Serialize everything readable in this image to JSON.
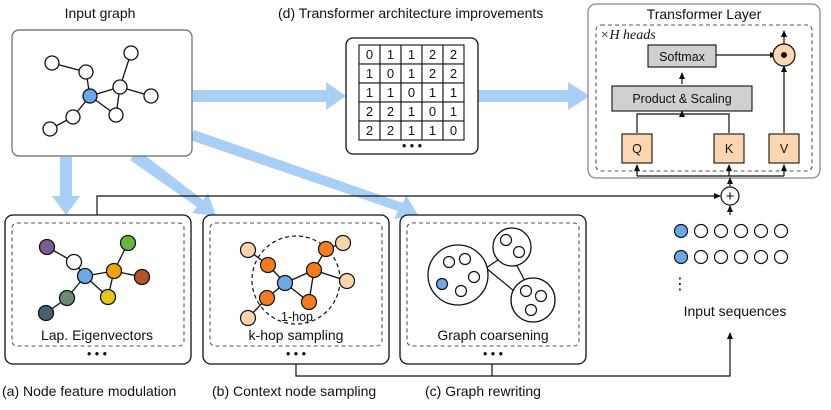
{
  "titles": {
    "input_graph": "Input graph",
    "transformer_improvements": "(d) Transformer architecture improvements",
    "transformer_layer": "Transformer Layer"
  },
  "transformer": {
    "heads_label": "×H heads",
    "softmax": "Softmax",
    "product_scaling": "Product & Scaling",
    "q": "Q",
    "k": "K",
    "v": "V",
    "dot": "⊙",
    "plus": "+"
  },
  "matrix": {
    "rows": [
      [
        "0",
        "1",
        "1",
        "2",
        "2"
      ],
      [
        "1",
        "0",
        "1",
        "2",
        "2"
      ],
      [
        "1",
        "1",
        "0",
        "1",
        "1"
      ],
      [
        "2",
        "2",
        "1",
        "0",
        "1"
      ],
      [
        "2",
        "2",
        "1",
        "1",
        "0"
      ]
    ],
    "ellipsis": "• • •"
  },
  "panels": {
    "a_inner": "Lap. Eigenvectors",
    "b_inner": "k-hop sampling",
    "b_hop": "1-hop",
    "c_inner": "Graph coarsening",
    "ellipsis": "• • •"
  },
  "captions": {
    "a": "(a) Node feature modulation",
    "b": "(b) Context node sampling",
    "c": "(c) Graph rewriting"
  },
  "sequences": {
    "label": "Input sequences",
    "vdots": "⋮"
  },
  "colors": {
    "node_blue": "#6aa8e8",
    "arrow_blue": "#a8cff5",
    "box_gray": "#d0d0d0",
    "qkv_fill": "#fbd6b1",
    "orange": "#f47b20",
    "light_orange": "#fbd3ad",
    "purple": "#7b5c94",
    "green": "#6db33f",
    "yellow": "#e6c619",
    "brown": "#b4532a",
    "slate": "#456070",
    "olive": "#6b8a72"
  }
}
